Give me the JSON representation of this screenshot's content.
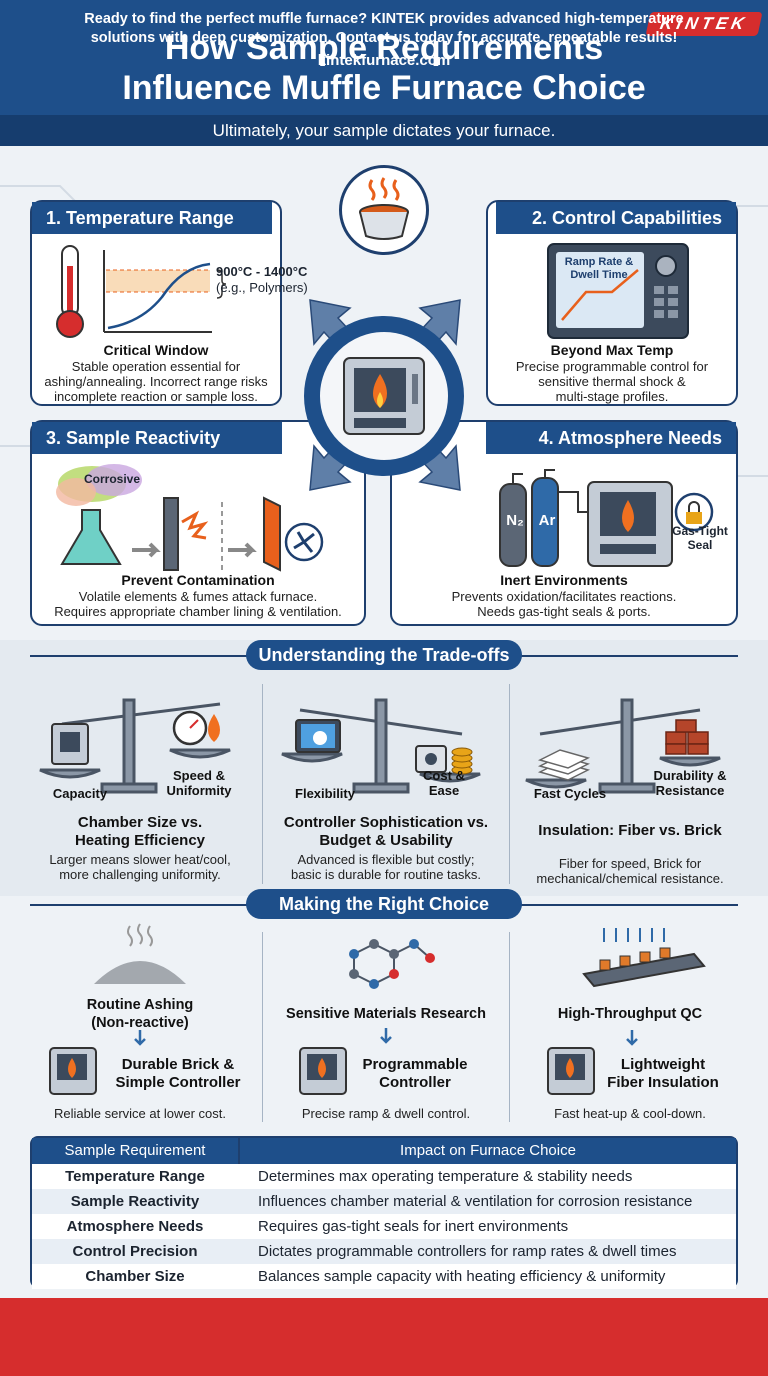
{
  "header": {
    "title_line1": "How Sample Requirements",
    "title_line2": "Influence Muffle Furnace Choice",
    "logo": "KINTEK",
    "subtitle": "Ultimately, your sample dictates your furnace."
  },
  "panels": {
    "temperature": {
      "title": "1. Temperature Range",
      "range": "900°C - 1400°C",
      "example": "(e.g., Polymers)",
      "caption": "Critical Window",
      "text1": "Stable operation essential for",
      "text2": "ashing/annealing. Incorrect range risks",
      "text3": "incomplete reaction or sample loss."
    },
    "control": {
      "title": "2. Control Capabilities",
      "screen_line1": "Ramp Rate &",
      "screen_line2": "Dwell Time",
      "caption": "Beyond Max Temp",
      "text1": "Precise programmable control for",
      "text2": "sensitive thermal shock &",
      "text3": "multi-stage profiles."
    },
    "reactivity": {
      "title": "3. Sample Reactivity",
      "cloud_label": "Corrosive",
      "caption": "Prevent Contamination",
      "text1": "Volatile elements & fumes attack furnace.",
      "text2": "Requires appropriate chamber lining & ventilation."
    },
    "atmosphere": {
      "title": "4. Atmosphere Needs",
      "gas1": "N₂",
      "gas2": "Ar",
      "seal_line1": "Gas-Tight",
      "seal_line2": "Seal",
      "caption": "Inert Environments",
      "text1": "Prevents oxidation/facilitates reactions.",
      "text2": "Needs gas-tight seals & ports."
    }
  },
  "tradeoffs": {
    "heading": "Understanding the Trade-offs",
    "items": [
      {
        "left": "Capacity",
        "right1": "Speed &",
        "right2": "Uniformity",
        "sub1": "Chamber Size vs.",
        "sub2": "Heating Efficiency",
        "desc1": "Larger means slower heat/cool,",
        "desc2": "more challenging uniformity."
      },
      {
        "left": "Flexibility",
        "right1": "Cost &",
        "right2": "Ease",
        "sub1": "Controller Sophistication vs.",
        "sub2": "Budget & Usability",
        "desc1": "Advanced is flexible but costly;",
        "desc2": "basic is durable for routine tasks."
      },
      {
        "left": "Fast Cycles",
        "right1": "Durability &",
        "right2": "Resistance",
        "sub1": "Insulation: Fiber vs. Brick",
        "sub2": "",
        "desc1": "Fiber for speed, Brick for",
        "desc2": "mechanical/chemical resistance."
      }
    ]
  },
  "choice": {
    "heading": "Making the Right Choice",
    "items": [
      {
        "top1": "Routine Ashing",
        "top2": "(Non-reactive)",
        "rec1": "Durable Brick &",
        "rec2": "Simple Controller",
        "desc": "Reliable service at lower cost."
      },
      {
        "top1": "Sensitive Materials Research",
        "top2": "",
        "rec1": "Programmable",
        "rec2": "Controller",
        "desc": "Precise ramp & dwell control."
      },
      {
        "top1": "High-Throughput QC",
        "top2": "",
        "rec1": "Lightweight",
        "rec2": "Fiber Insulation",
        "desc": "Fast heat-up & cool-down."
      }
    ]
  },
  "table": {
    "col1": "Sample Requirement",
    "col2": "Impact on Furnace Choice",
    "rows": [
      {
        "req": "Temperature Range",
        "impact": "Determines max operating temperature & stability needs"
      },
      {
        "req": "Sample Reactivity",
        "impact": "Influences chamber material & ventilation for corrosion resistance"
      },
      {
        "req": "Atmosphere Needs",
        "impact": "Requires gas-tight seals for inert environments"
      },
      {
        "req": "Control Precision",
        "impact": "Dictates programmable controllers for ramp rates & dwell times"
      },
      {
        "req": "Chamber Size",
        "impact": "Balances sample capacity with heating efficiency & uniformity"
      }
    ]
  },
  "footer": {
    "line1": "Ready to find the perfect muffle furnace? KINTEK provides advanced high-temperature",
    "line2": "solutions with deep customization. Contact us today for accurate, repeatable results!",
    "url": "kintekfurnace.com"
  },
  "colors": {
    "navy": "#1e4f8a",
    "dark_navy": "#163d6e",
    "red": "#d62d2d",
    "flame": "#f07020"
  }
}
